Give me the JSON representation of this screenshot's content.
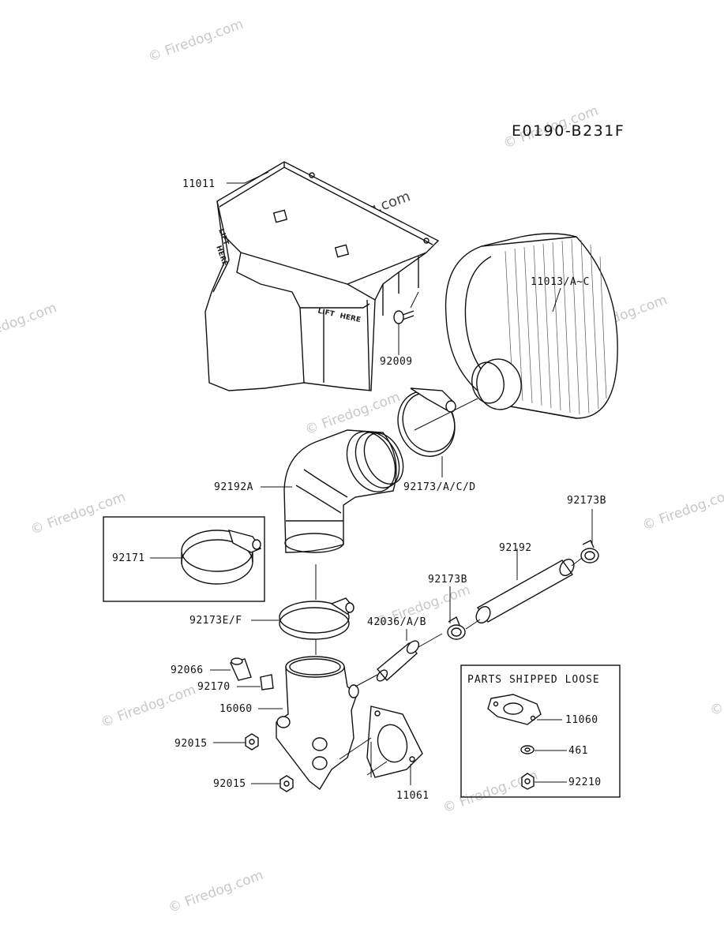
{
  "diagram_code": "E0190-B231F",
  "watermark": "© Firedog.com",
  "box_title": "PARTS SHIPPED LOOSE",
  "stamps": [
    "LIFT",
    "HERE"
  ],
  "labels": {
    "p11011": "11011",
    "p11013": "11013/A~C",
    "p92009": "92009",
    "p92173acd": "92173/A/C/D",
    "p92192a": "92192A",
    "p92173b_top": "92173B",
    "p92192": "92192",
    "p92173b_mid": "92173B",
    "p92171": "92171",
    "p92173ef": "92173E/F",
    "p42036": "42036/A/B",
    "p92066": "92066",
    "p92170": "92170",
    "p16060": "16060",
    "p92015a": "92015",
    "p92015b": "92015",
    "p11061": "11061",
    "p11060": "11060",
    "p461": "461",
    "p92210": "92210"
  }
}
